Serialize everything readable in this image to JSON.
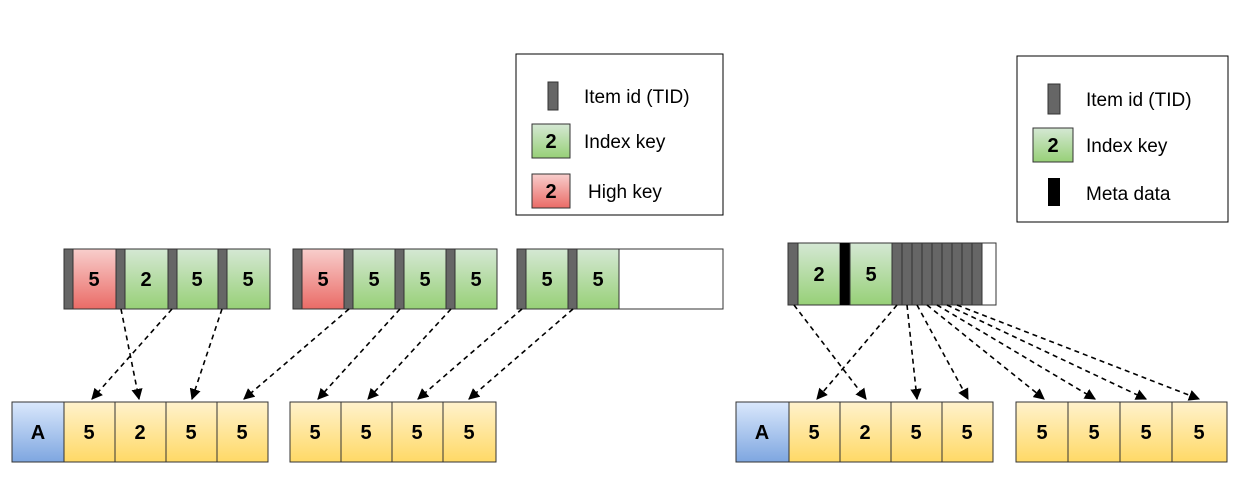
{
  "legend_left": {
    "items": [
      {
        "kind": "tid",
        "label": "Item id (TID)"
      },
      {
        "kind": "index",
        "swatch_text": "2",
        "label": "Index key"
      },
      {
        "kind": "high",
        "swatch_text": "2",
        "label": "High key"
      }
    ]
  },
  "legend_right": {
    "items": [
      {
        "kind": "tid",
        "label": "Item id (TID)"
      },
      {
        "kind": "index",
        "swatch_text": "2",
        "label": "Index key"
      },
      {
        "kind": "meta",
        "label": "Meta data"
      }
    ]
  },
  "left_index_pages": [
    {
      "cells": [
        {
          "type": "high",
          "text": "5"
        },
        {
          "type": "index",
          "text": "2"
        },
        {
          "type": "index",
          "text": "5"
        },
        {
          "type": "index",
          "text": "5"
        }
      ]
    },
    {
      "cells": [
        {
          "type": "high",
          "text": "5"
        },
        {
          "type": "index",
          "text": "5"
        },
        {
          "type": "index",
          "text": "5"
        },
        {
          "type": "index",
          "text": "5"
        }
      ]
    },
    {
      "cells": [
        {
          "type": "index",
          "text": "5"
        },
        {
          "type": "index",
          "text": "5"
        }
      ]
    }
  ],
  "left_heap": {
    "page1": [
      "A",
      "5",
      "2",
      "5",
      "5"
    ],
    "page2": [
      "5",
      "5",
      "5",
      "5"
    ]
  },
  "right_index_page": {
    "cells": [
      "2",
      "5"
    ]
  },
  "right_heap": {
    "page1": [
      "A",
      "5",
      "2",
      "5",
      "5"
    ],
    "page2": [
      "5",
      "5",
      "5",
      "5"
    ]
  },
  "colors": {
    "tid": "#666666",
    "index_top": "#d5e8d4",
    "index_bottom": "#97d077",
    "high_top": "#f8cecc",
    "high_bottom": "#ea6b66",
    "heap_top": "#fff2cc",
    "heap_bottom": "#ffd966",
    "a_top": "#dae8fc",
    "a_bottom": "#7ea6e0",
    "meta": "#000000"
  }
}
